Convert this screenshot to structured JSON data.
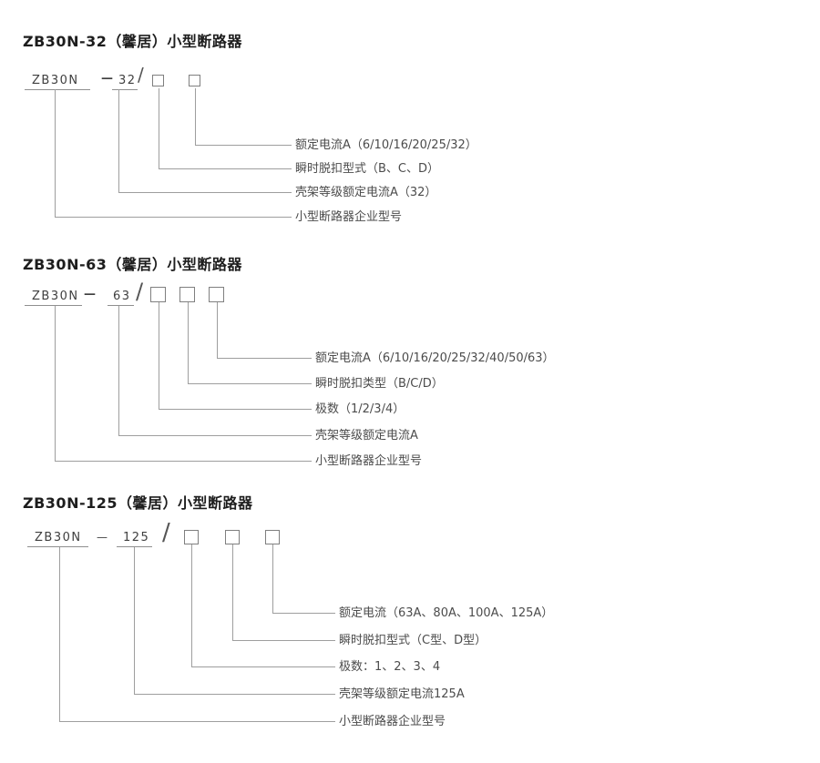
{
  "colors": {
    "title_text": "#1d1d1d",
    "body_text": "#4c4c4c",
    "connector_line": "#9e9e9e",
    "box_border": "#7f7f7f",
    "background": "#ffffff"
  },
  "sections": [
    {
      "title": "ZB30N-32（馨居）小型断路器",
      "code": {
        "prefix": "ZB30N",
        "dash": "—",
        "frame": "32",
        "slash": "/",
        "boxes": 2
      },
      "labels": [
        "额定电流A（6/10/16/20/25/32）",
        "瞬时脱扣型式（B、C、D）",
        "壳架等级额定电流A（32）",
        "小型断路器企业型号"
      ]
    },
    {
      "title": "ZB30N-63（馨居）小型断路器",
      "code": {
        "prefix": "ZB30N",
        "dash": "—",
        "frame": "63",
        "slash": "/",
        "boxes": 3
      },
      "labels": [
        "额定电流A（6/10/16/20/25/32/40/50/63）",
        "瞬时脱扣类型（B/C/D）",
        "极数（1/2/3/4）",
        "壳架等级额定电流A",
        "小型断路器企业型号"
      ]
    },
    {
      "title": "ZB30N-125（馨居）小型断路器",
      "code": {
        "prefix": "ZB30N",
        "dash": "—",
        "frame": "125",
        "slash": "/",
        "boxes": 3
      },
      "labels": [
        "额定电流（63A、80A、100A、125A）",
        "瞬时脱扣型式（C型、D型）",
        "极数：1、2、3、4",
        "壳架等级额定电流125A",
        "小型断路器企业型号"
      ]
    }
  ]
}
